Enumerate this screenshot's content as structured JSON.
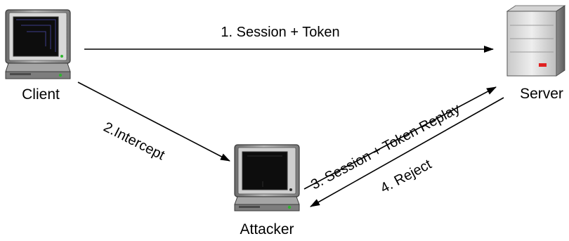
{
  "nodes": {
    "client": {
      "label": "Client",
      "icon": "desktop-computer-icon"
    },
    "server": {
      "label": "Server",
      "icon": "server-tower-icon"
    },
    "attacker": {
      "label": "Attacker",
      "icon": "desktop-computer-icon"
    }
  },
  "edges": [
    {
      "id": "step-1",
      "label": "1. Session + Token",
      "from": "client",
      "to": "server"
    },
    {
      "id": "step-2",
      "label": "2.Intercept",
      "from": "client",
      "to": "attacker"
    },
    {
      "id": "step-3",
      "label": "3. Session + Token Replay",
      "from": "attacker",
      "to": "server"
    },
    {
      "id": "step-4",
      "label": "4. Reject",
      "from": "server",
      "to": "attacker"
    }
  ],
  "colors": {
    "line": "#000000",
    "server_led": "#e02020",
    "monitor_screen": "#111111",
    "case_gray": "#9a9a9a"
  }
}
